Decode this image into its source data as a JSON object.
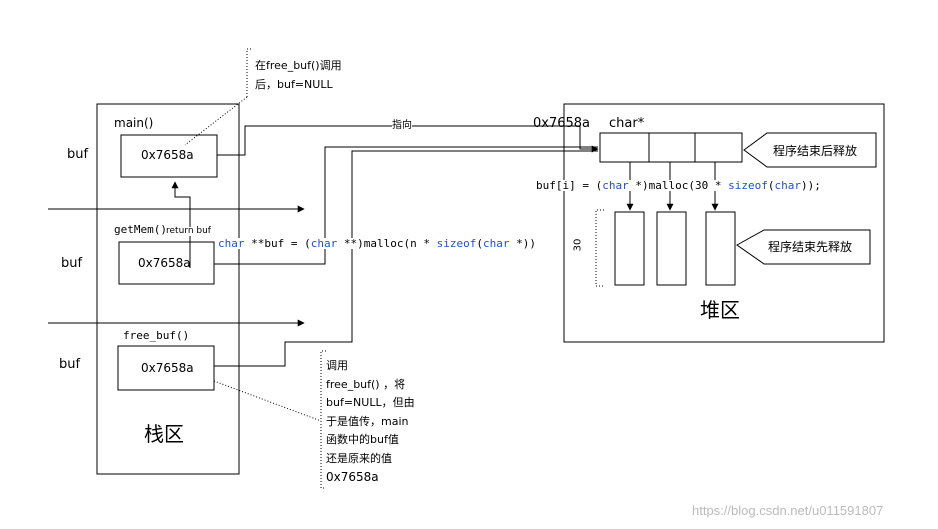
{
  "stack": {
    "region_label": "栈区",
    "frames": [
      {
        "side_label": "buf",
        "func_label": "main()",
        "value": "0x7658a"
      },
      {
        "side_label": "buf",
        "func_label": "getMem()",
        "value": "0x7658a"
      },
      {
        "side_label": "buf",
        "func_label": "free_buf()",
        "value": "0x7658a"
      }
    ],
    "return_label": "return buf"
  },
  "heap": {
    "region_label": "堆区",
    "address": "0x7658a",
    "type_label": "char*",
    "alloc_count": "30",
    "callout_top": "程序结束后释放",
    "callout_side": "程序结束先释放",
    "code_inner": [
      "buf[i] = (",
      "char",
      " *)malloc(30 * ",
      "sizeof",
      "(",
      "char",
      "));"
    ]
  },
  "arrow_label": "指向",
  "code_outer": [
    "char",
    " **buf = (",
    "char",
    " **)malloc(n * ",
    "sizeof",
    "(",
    "char",
    " *))"
  ],
  "notes": {
    "top": [
      "在free_buf()调用",
      "后，buf=NULL"
    ],
    "bottom": [
      "调用",
      "free_buf() ，将",
      "buf=NULL，但由",
      "于是值传，main",
      "函数中的buf值",
      "还是原来的值",
      "0x7658a"
    ]
  },
  "watermark": "https://blog.csdn.net/u011591807"
}
